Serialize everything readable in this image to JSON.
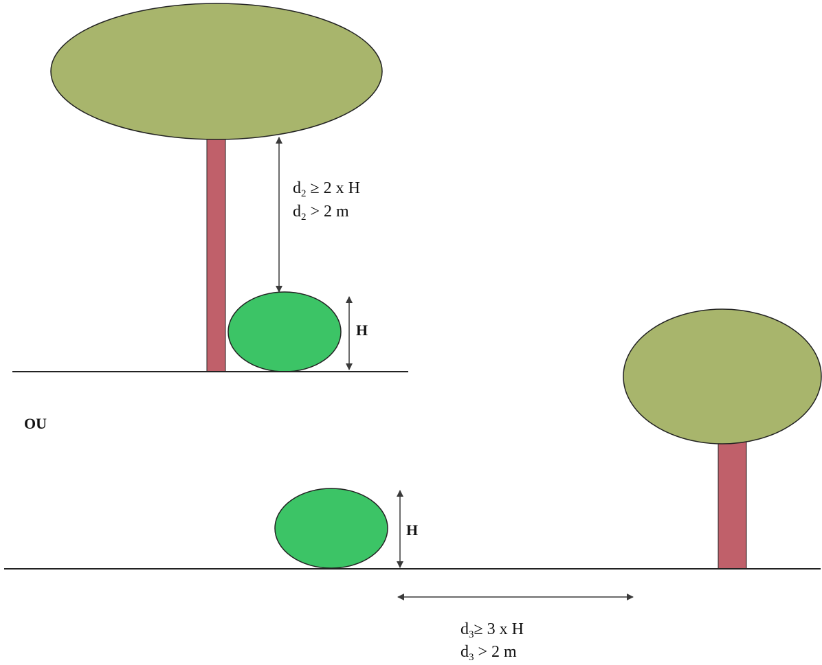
{
  "labels": {
    "top_d2_rule1": {
      "var": "d",
      "sub": "2",
      "rel": "≥ 2 x H"
    },
    "top_d2_rule2": {
      "var": "d",
      "sub": "2",
      "rel": "> 2 m"
    },
    "top_h": "H",
    "or": "OU",
    "bottom_h": "H",
    "bottom_d3_rule1": {
      "var": "d",
      "sub": "3",
      "rel": "≥ 3 x H"
    },
    "bottom_d3_rule2": {
      "var": "d",
      "sub": "3",
      "rel": "> 2 m"
    }
  },
  "colors": {
    "canopy": "#a8b56c",
    "trunk": "#c0606a",
    "shrub": "#3cc466",
    "outline": "#222222",
    "arrow": "#3a3a3a"
  }
}
